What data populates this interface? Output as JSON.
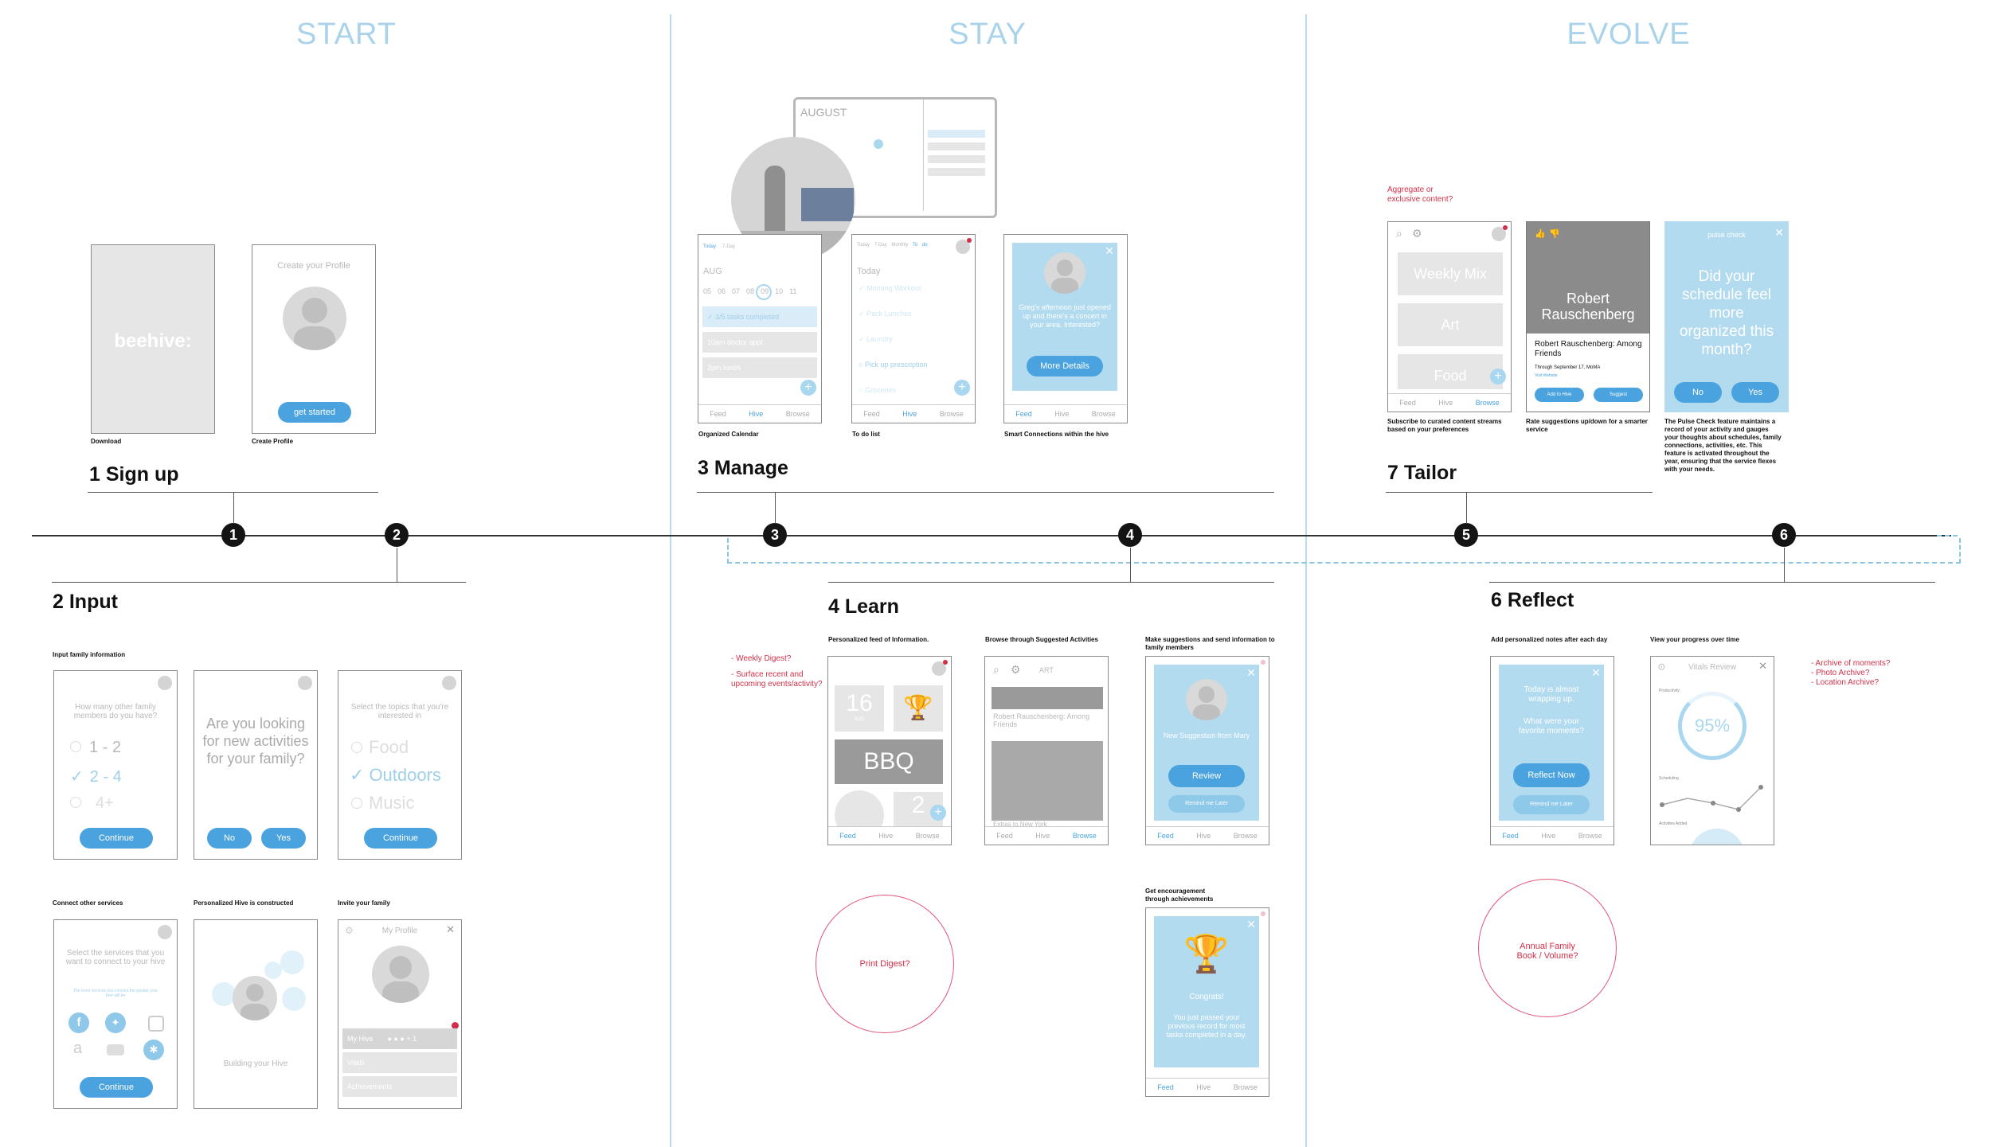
{
  "phases": [
    "START",
    "STAY",
    "EVOLVE"
  ],
  "nodes": [
    "1",
    "2",
    "3",
    "4",
    "5",
    "6"
  ],
  "stages": {
    "s1": "1  Sign up",
    "s2": "2  Input",
    "s3": "3   Manage",
    "s4": "4   Learn",
    "s5": "7  Tailor",
    "s6": "6  Reflect"
  },
  "signup": {
    "download_cap": "Download",
    "profile_cap": "Create Profile",
    "logo": "beehive:",
    "profile_title": "Create your Profile",
    "get_started": "get started"
  },
  "input": {
    "family_cap": "Input family information",
    "q1": "How many other family members do you have?",
    "opt1": "1 - 2",
    "opt2": "2 - 4",
    "opt3": "4+",
    "continue": "Continue",
    "q2": "Are you looking for new activities for your family?",
    "no": "No",
    "yes": "Yes",
    "q3": "Select the topics that you're interested in",
    "t1": "Food",
    "t2": "Outdoors",
    "t3": "Music",
    "connect_cap": "Connect other services",
    "q4": "Select the services that you want to connect to your hive",
    "q4_sub": "The more services you connect the greater your hive will be",
    "hive_cap": "Personalized Hive is constructed",
    "building": "Building your Hive",
    "invite_cap": "Invite your family",
    "my_profile": "My Profile",
    "my_hive": "My Hive",
    "vitals": "Vitals",
    "achievements": "Achievements"
  },
  "manage": {
    "month": "AUGUST",
    "cal_cap": "Organized Calendar",
    "todo_cap": "To do list",
    "smart_cap": "Smart Connections within the hive",
    "aug": "AUG",
    "dates": [
      "05",
      "06",
      "07",
      "08",
      "09",
      "10",
      "11"
    ],
    "tasks_done": "3/5 tasks completed",
    "appt": "10am doctor appt",
    "lunch": "2pm lunch",
    "today": "Today",
    "todos": [
      "Morning Workout",
      "Pack Lunches",
      "Laundry",
      "Pick up prescription",
      "Groceries"
    ],
    "topnav1": [
      "Today",
      "7-Day"
    ],
    "topnav2": [
      "Today",
      "7-Day",
      "Monthly",
      "To do"
    ],
    "smart_msg": "Greg's afternoon just opened up and there's a concert in your area. Interested?",
    "more_details": "More Details"
  },
  "tabs": [
    "Feed",
    "Hive",
    "Browse"
  ],
  "learn": {
    "notes_left": "- Weekly Digest?",
    "notes_left2": "- Surface recent and upcoming events/activity?",
    "feed_cap": "Personalized feed of Information.",
    "browse_cap": "Browse through Suggested Activities",
    "suggest_cap": "Make suggestions and send information to family members",
    "day": "16",
    "day_sub": "AUG",
    "bbq": "BBQ",
    "two": "2",
    "art": "ART",
    "rr1": "Robert Rauschenberg: Among Friends",
    "ny": "Extras to New York",
    "new_sugg": "New Suggestion from Mary",
    "review": "Review",
    "remind": "Remind me Later",
    "print": "Print Digest?",
    "encourage_cap": "Get encouragement through achievements",
    "congrats": "Congrats!",
    "congrats_msg": "You just passed your previous record for most tasks completed in a day."
  },
  "tailor": {
    "note": "Aggregate or exclusive content?",
    "weekly": "Weekly Mix",
    "art": "Art",
    "food": "Food",
    "rr_title": "Robert Rauschenberg",
    "rr_sub": "Robert Rauschenberg: Among Friends",
    "rr_date": "Through September 17, MoMA",
    "visit": "Visit Website",
    "add_hive": "Add to Hive",
    "suggest": "Suggest",
    "pulse": "pulse check",
    "pulse_q": "Did your schedule feel more organized this month?",
    "no": "No",
    "yes": "Yes",
    "cap1": "Subscribe to curated content streams based on your preferences",
    "cap2": "Rate suggestions up/down for a smarter service",
    "cap3": "The Pulse Check feature maintains a record of your activity and gauges your thoughts about schedules, family connections, activities, etc. This feature is activated throughout the year, ensuring that the service flexes with your needs."
  },
  "reflect": {
    "cap1": "Add personalized notes after each day",
    "cap2": "View your progress over time",
    "msg1": "Today is almost wrapping up.",
    "msg2": "What were your favorite moments?",
    "reflect_now": "Reflect Now",
    "remind": "Remind me Later",
    "vitals": "Vitals Review",
    "productivity": "Productivity",
    "pct": "95%",
    "scheduling": "Scheduling",
    "activities": "Activities Added",
    "notes": [
      "- Archive of moments?",
      "- Photo Archive?",
      "- Location Archive?"
    ],
    "annual": "Annual Family Book / Volume?"
  }
}
